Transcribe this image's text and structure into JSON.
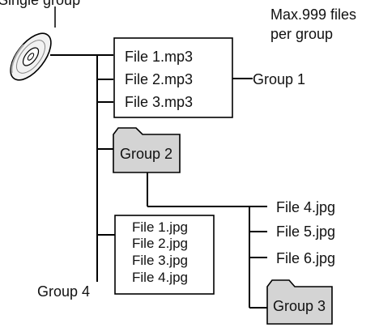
{
  "top_cut_label": "Single group",
  "max_note": {
    "line1": "Max.999 files",
    "line2": "per group"
  },
  "mp3_files": [
    "File 1.mp3",
    "File 2.mp3",
    "File 3.mp3"
  ],
  "group1_label": "Group 1",
  "group2_label": "Group 2",
  "group3_label": "Group 3",
  "group4_label": "Group 4",
  "jpg_files_group3": [
    "File 4.jpg",
    "File 5.jpg",
    "File 6.jpg"
  ],
  "jpg_files_group4": [
    "File 1.jpg",
    "File 2.jpg",
    "File 3.jpg",
    "File 4.jpg"
  ],
  "icons": {
    "disc": "cd-disc-icon",
    "folder": "folder-icon"
  },
  "colors": {
    "folder_fill": "#d4d4d4",
    "line": "#000000"
  }
}
